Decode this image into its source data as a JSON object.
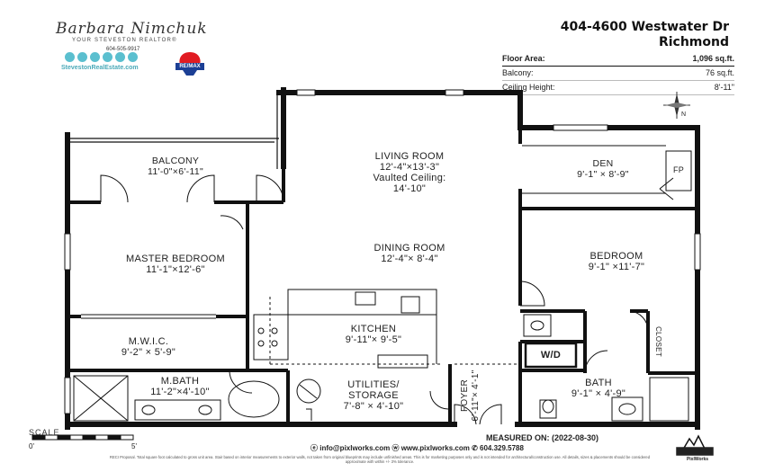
{
  "realtor": {
    "name": "Barbara Nimchuk",
    "tagline": "YOUR STEVESTON REALTOR®",
    "phone": "604-505-9917",
    "website": "StevestonRealEstate.com",
    "brokerage_logo": "RE/MAX"
  },
  "property": {
    "address_line1": "404-4600 Westwater Dr",
    "address_line2": "Richmond"
  },
  "stats": [
    {
      "label": "Floor Area:",
      "value": "1,096 sq.ft.",
      "bold": true
    },
    {
      "label": "Balcony:",
      "value": "76 sq.ft.",
      "bold": false
    },
    {
      "label": "Ceiling Height:",
      "value": "8'-11\"",
      "bold": false
    }
  ],
  "rooms": {
    "balcony": {
      "name": "BALCONY",
      "dims": "11'-0\"×6'-11\""
    },
    "living": {
      "name": "LIVING ROOM",
      "dims": "12'-4\"×13'-3\"",
      "note1": "Vaulted Ceiling:",
      "note2": "14'-10\""
    },
    "den": {
      "name": "DEN",
      "dims": "9'-1\" × 8'-9\"",
      "fp": "FP"
    },
    "dining": {
      "name": "DINING ROOM",
      "dims": "12'-4\"× 8'-4\""
    },
    "master": {
      "name": "MASTER BEDROOM",
      "dims": "11'-1\"×12'-6\""
    },
    "bedroom": {
      "name": "BEDROOM",
      "dims": "9'-1\" ×11'-7\""
    },
    "kitchen": {
      "name": "KITCHEN",
      "dims": "9'-11\"× 9'-5\""
    },
    "mwic": {
      "name": "M.W.I.C.",
      "dims": "9'-2\" × 5'-9\""
    },
    "wd": {
      "name": "W/D"
    },
    "closet": {
      "name": "CLOSET"
    },
    "mbath": {
      "name": "M.BATH",
      "dims": "11'-2\"×4'-10\""
    },
    "utilities": {
      "name1": "UTILITIES/",
      "name2": "STORAGE",
      "dims": "7'-8\" × 4'-10\""
    },
    "foyer": {
      "name": "FOYER",
      "dims": "6'-11\"× 4'-1\""
    },
    "bath": {
      "name": "BATH",
      "dims": "9'-1\" × 4'-9\""
    }
  },
  "scale": {
    "label": "SCALE",
    "start": "0'",
    "end": "5'"
  },
  "compass": {
    "north": "N"
  },
  "footer": {
    "measured": "MEASURED ON: (2022-08-30)",
    "contact": "ⓔ info@pixlworks.com   ⓦ www.pixlworks.com   ✆ 604.329.5788",
    "disclaimer": "RECI Proposal. Total square foot calculated to gross unit area. Stair based on interior measurements to exterior walls, not taken from original blueprints may include unfinished areas. This is for marketing purposes only and is not intended for architectural/construction use. All details, sizes & placements should be considered approximate with within +/- 3% tolerance.",
    "logo": "PixlWorks"
  }
}
